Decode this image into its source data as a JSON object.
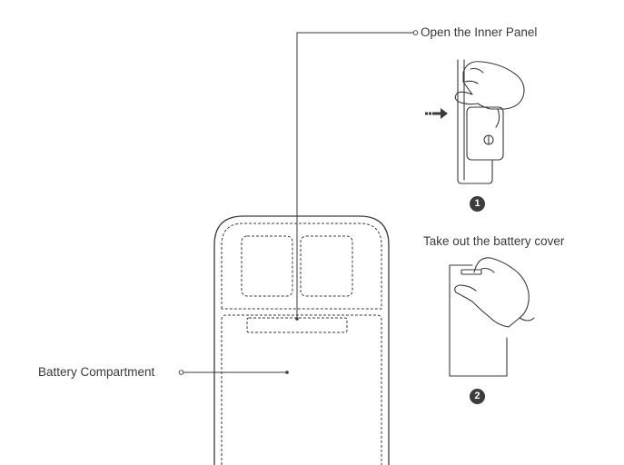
{
  "callouts": {
    "open_inner_panel": "Open the Inner Panel",
    "take_out_cover": "Take out the battery cover",
    "battery_compartment": "Battery Compartment"
  },
  "steps": {
    "step1": "1",
    "step2": "2"
  },
  "colors": {
    "line": "#3a3a3a",
    "badge": "#3c3c3c"
  }
}
